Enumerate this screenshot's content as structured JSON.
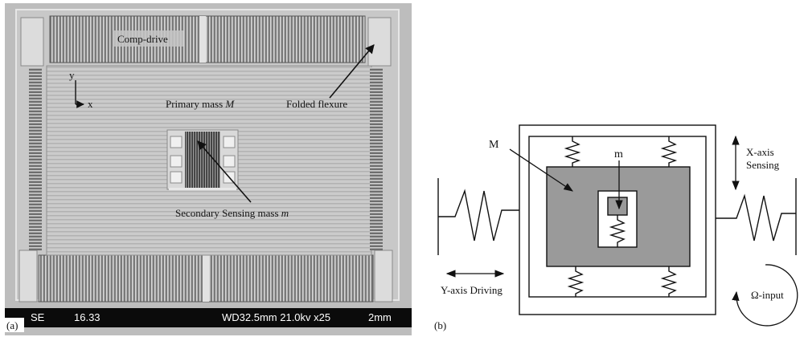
{
  "panel_a": {
    "panel_label": "(a)",
    "labels": {
      "comp_drive": "Comp-drive",
      "folded_flexure": "Folded flexure",
      "primary_mass": "Primary mass ",
      "primary_mass_symbol": "M",
      "secondary_mass": "Secondary Sensing mass ",
      "secondary_mass_symbol": "m",
      "axis_y": "y",
      "axis_x": "x"
    },
    "info_bar": {
      "detector": "SE",
      "value": "16.33",
      "params": "WD32.5mm 21.0kv x25",
      "scale": "2mm"
    }
  },
  "panel_b": {
    "panel_label": "(b)",
    "labels": {
      "big_mass": "M",
      "small_mass": "m",
      "x_axis_sensing_line1": "X-axis",
      "x_axis_sensing_line2": "Sensing",
      "y_axis_driving": "Y-axis Driving",
      "omega_input": "Ω-input"
    }
  },
  "colors": {
    "mass_gray": "#9a9a9a",
    "sem_background": "#c9c9c9",
    "info_bar": "#0b0b0b"
  }
}
